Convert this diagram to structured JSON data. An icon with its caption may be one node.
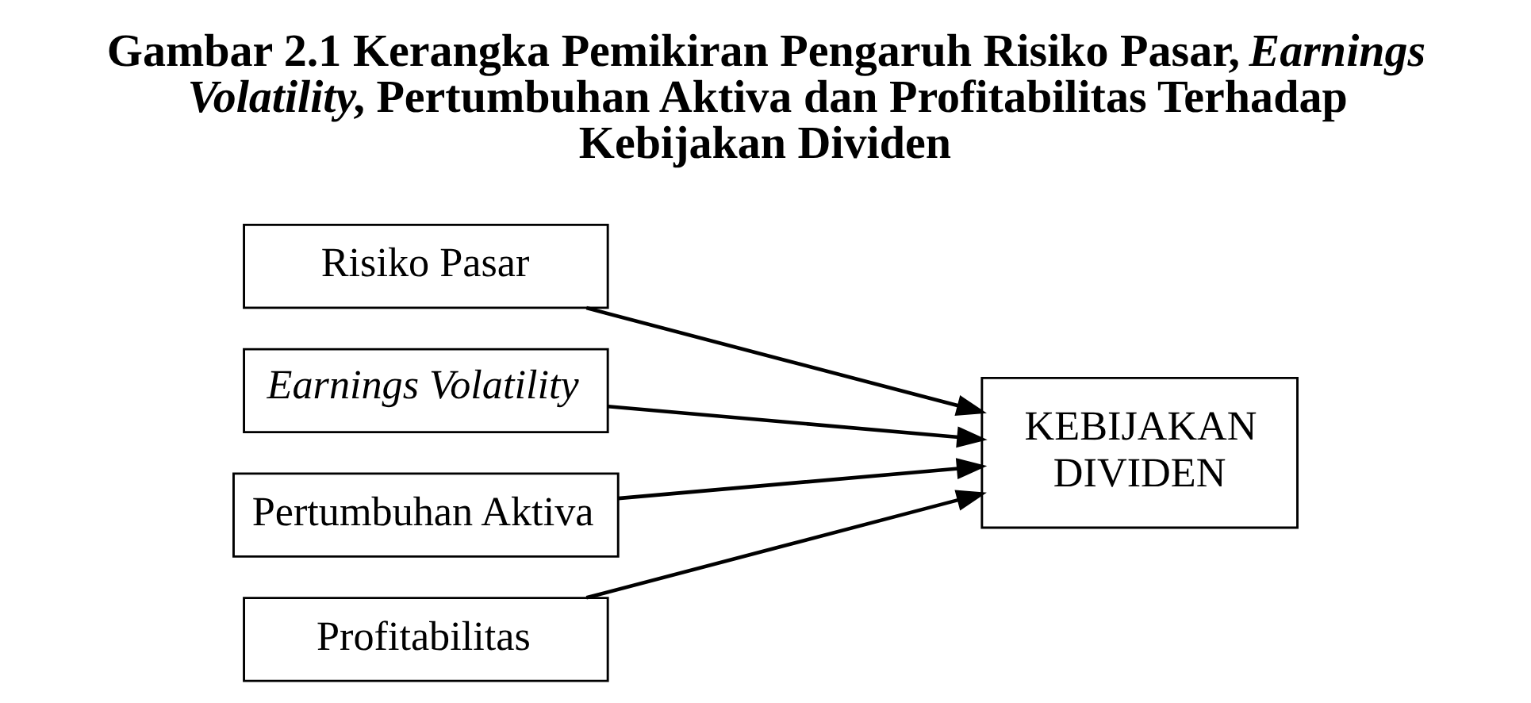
{
  "diagram": {
    "title": "Gambar 2.1 Kerangka Pemikiran Pengaruh Risiko Pasar, *Earnings Volatility*, Pertumbuhan Aktiva dan Profitabilitas Terhadap Kebijakan Dividen",
    "nodes": [
      {
        "text": [
          "Risiko Pasar"
        ]
      },
      {
        "text": [
          "Earnings Volatility"
        ]
      },
      {
        "text": [
          "Pertumbuhan Aktiva"
        ]
      },
      {
        "text": [
          "Profitabilitas"
        ]
      },
      {
        "text": [
          "KEBIJAKAN DIVIDEN"
        ]
      }
    ],
    "edges": [
      {
        "from": 0,
        "to": 4,
        "arrow": "to"
      },
      {
        "from": 1,
        "to": 4,
        "arrow": "to"
      },
      {
        "from": 2,
        "to": 4,
        "arrow": "to"
      },
      {
        "from": 3,
        "to": 4,
        "arrow": "to"
      }
    ]
  }
}
